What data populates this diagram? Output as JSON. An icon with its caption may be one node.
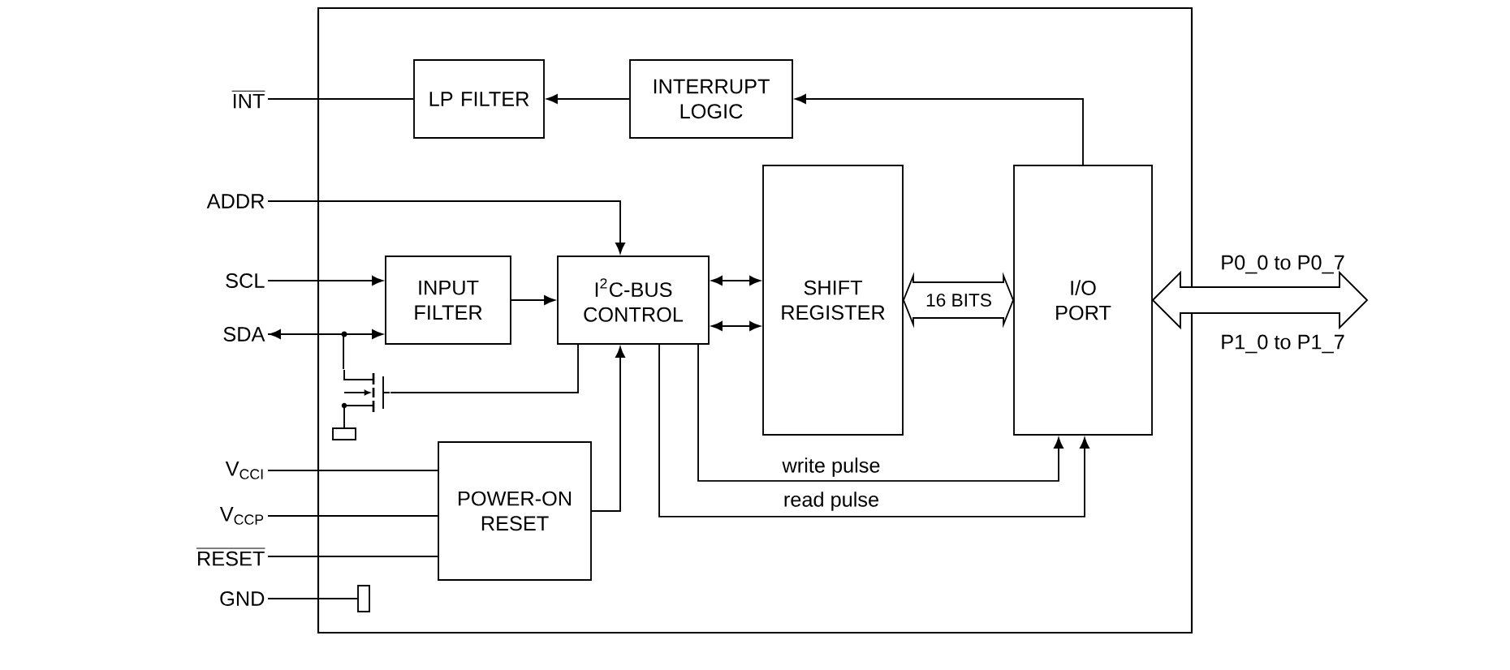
{
  "diagram": {
    "nodes": [
      {
        "text": [],
        "shape": "box"
      },
      {
        "text": [
          "LP FILTER"
        ],
        "in": 0
      },
      {
        "text": [
          "INTERRUPT LOGIC"
        ],
        "in": 0
      },
      {
        "text": [
          "INPUT FILTER"
        ],
        "in": 0
      },
      {
        "text": [
          "I$^{2}$C-BUS CONTROL"
        ],
        "in": 0
      },
      {
        "text": [
          "SHIFT REGISTER"
        ],
        "in": 0
      },
      {
        "text": [
          "I/O PORT"
        ],
        "in": 0
      },
      {
        "text": [
          "POWER-ON RESET"
        ],
        "in": 0
      },
      {
        "text": [
          "INT"
        ]
      },
      {
        "text": [
          "ADDR"
        ]
      },
      {
        "text": [
          "SCL"
        ]
      },
      {
        "text": [
          "SDA"
        ]
      },
      {
        "text": [
          "V$_{CCI}$"
        ]
      },
      {
        "text": [
          "V$_{CCP}$"
        ]
      },
      {
        "text": [
          "RESET"
        ]
      },
      {
        "text": [
          "GND"
        ]
      },
      {
        "text": [],
        "shape": "picture",
        "in": 0
      },
      {
        "text": [],
        "shape": "box",
        "in": 0
      }
    ],
    "edges": [
      {
        "from": 2,
        "to": 1,
        "arrow": "to"
      },
      {
        "from": 1,
        "to": 8,
        "arrow": "none"
      },
      {
        "from": 6,
        "to": 2,
        "arrow": "to"
      },
      {
        "from": 9,
        "to": 4,
        "arrow": "to"
      },
      {
        "from": 10,
        "to": 3,
        "arrow": "to"
      },
      {
        "from": 11,
        "to": 3,
        "arrow": "both"
      },
      {
        "from": 3,
        "to": 4,
        "arrow": "to"
      },
      {
        "from": 4,
        "to": 5,
        "arrow": "both"
      },
      {
        "from": 4,
        "to": 5,
        "arrow": "both"
      },
      {
        "from": 5,
        "to": 6,
        "arrow": "both",
        "label": "16 BITS",
        "style": "thick"
      },
      {
        "from": 6,
        "to": null,
        "arrow": "both",
        "style": "thick"
      },
      {
        "from": 4,
        "to": 6,
        "arrow": "to",
        "label": "write pulse"
      },
      {
        "from": 4,
        "to": 6,
        "arrow": "to",
        "label": "read pulse"
      },
      {
        "from": 7,
        "to": 4,
        "arrow": "to"
      },
      {
        "from": 12,
        "to": 7,
        "arrow": "none"
      },
      {
        "from": 13,
        "to": 7,
        "arrow": "none"
      },
      {
        "from": 14,
        "to": 7,
        "arrow": "none"
      },
      {
        "from": 15,
        "to": 17,
        "arrow": "none"
      },
      {
        "from": 4,
        "to": 16,
        "arrow": "none"
      },
      {
        "from": 16,
        "to": 11,
        "arrow": "none"
      }
    ],
    "labels": [
      "P0_0 to P0_7",
      "P1_0 to P1_7"
    ]
  }
}
